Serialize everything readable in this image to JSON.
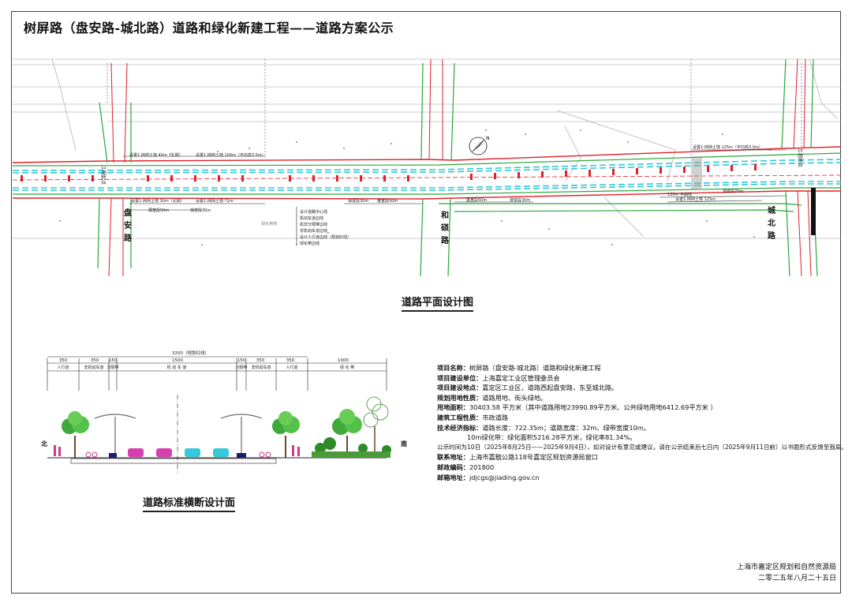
{
  "title": "树屏路（盘安路-城北路）道路和绿化新建工程——道路方案公示",
  "plan": {
    "caption": "道路平面设计图",
    "roads": {
      "panan": [
        "盘",
        "安",
        "路"
      ],
      "heshuo": [
        "和",
        "硕",
        "路"
      ],
      "chengbei": [
        "城",
        "北",
        "路"
      ]
    },
    "start_label": "工程起点",
    "end_label": "工程终点",
    "notes": {
      "wall_left_1": "设置1:挡挡土墙 40m（北侧）",
      "wall_left_2": "设置1:挡挡土墙 100m（平均高3.5m）",
      "wall_right_top": "设置1:挡挡土墙 125m（平均高3.0m）",
      "wall_left_bottom_1": "设置1:挡挡土墙 30m（北侧）",
      "wall_left_bottom_2": "设置1:挡挡土墙 72m",
      "wall_right_bottom": "设置1:挡挡土墙 125m",
      "dim_50m_a": "展宽段50m",
      "dim_30m_a": "渐变段30m",
      "dim_30m_b": "渐变段30m",
      "dim_50m_b": "展宽段50m",
      "dim_50m_c": "展宽段50m",
      "dim_30m_c": "渐变段30m",
      "dim_130m": "130m 平曲线",
      "dim_70m": "渐变段70m",
      "faint_mark": "绿化用地"
    },
    "legend": [
      "设计道路中心线",
      "机动车道边线",
      "机非分隔带边线",
      "非机动车道边线",
      "设计人行道边线（规划红线）",
      "绿化带边线"
    ]
  },
  "section": {
    "caption": "道路标准横断设计面",
    "total_label": "3200（规划红线）",
    "widths": [
      "350",
      "350",
      "150",
      "1500",
      "150",
      "350",
      "350",
      "1000"
    ],
    "lanes": [
      "人行道",
      "非机动车道",
      "分隔带",
      "机 动 车 道",
      "分隔带",
      "非机动车道",
      "人行道",
      "绿 化 带"
    ],
    "north": "北",
    "south": "南"
  },
  "info": [
    {
      "label": "项目名称：",
      "value": "树屏路（盘安路-城北路）道路和绿化新建工程"
    },
    {
      "label": "项目建设单位：",
      "value": "上海嘉定工业区管理委员会"
    },
    {
      "label": "项目建设地点：",
      "value": "嘉定区工业区，道路西起盘安路，东至城北路。"
    },
    {
      "label": "规划用地性质：",
      "value": "道路用地、街头绿地。"
    },
    {
      "label": "用地面积：",
      "value": "30403.58 平方米（其中道路用地23990.89平方米、公共绿地用地6412.69平方米 ）"
    },
    {
      "label": "建筑工程性质：",
      "value": "市政道路"
    },
    {
      "label": "技术经济指标：",
      "value": "道路长度：722.35m；道路宽度：32m、绿带宽度10m。"
    },
    {
      "label": "",
      "value": "10m绿化带：绿化面积5216.28平方米，绿化率81.34%。"
    },
    {
      "label": "",
      "value": "公示时间为10日（2025年8月25日——2025年9月4日），如对设计有意见或建议，请在公示结束后七日内（2025年9月11日前）以书面形式反馈至我局。"
    },
    {
      "label": "联系地址：",
      "value": "上海市嘉戬公路118号嘉定区规划资源局窗口"
    },
    {
      "label": "邮政编码：",
      "value": "201800"
    },
    {
      "label": "邮箱地址：",
      "value": "jdjcgs@jiading.gov.cn"
    }
  ],
  "issuer": {
    "org": "上海市嘉定区规划和自然资源局",
    "date": "二零二五年八月二十五日"
  },
  "colors": {
    "red_line": "#e0202a",
    "green_line": "#28a83a",
    "cyan_line": "#33c7d6",
    "purple_line": "#5a4aa8",
    "gray_line": "#8a8a8a"
  }
}
